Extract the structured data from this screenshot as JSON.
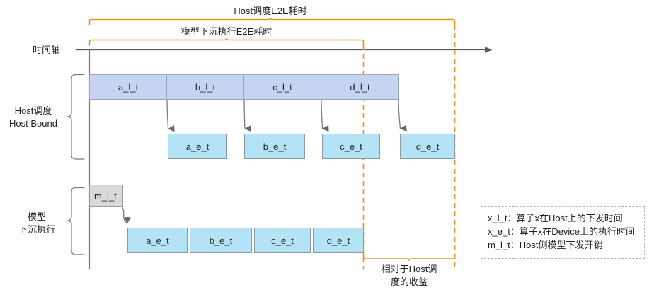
{
  "diagram": {
    "title_top_span": "Host调度E2E耗时",
    "title_second_span": "模型下沉执行E2E耗时",
    "axis_label": "时间轴",
    "benefit_label_line1": "相对于Host调",
    "benefit_label_line2": "度的收益"
  },
  "rows": {
    "host_bound": {
      "label_line1": "Host调度",
      "label_line2": "Host Bound",
      "launch_blocks": [
        {
          "label": "a_l_t"
        },
        {
          "label": "b_l_t"
        },
        {
          "label": "c_l_t"
        },
        {
          "label": "d_l_t"
        }
      ],
      "exec_blocks": [
        {
          "label": "a_e_t"
        },
        {
          "label": "b_e_t"
        },
        {
          "label": "c_e_t"
        },
        {
          "label": "d_e_t"
        }
      ]
    },
    "model_sink": {
      "label_line1": "模型",
      "label_line2": "下沉执行",
      "model_launch_block": {
        "label": "m_l_t"
      },
      "exec_blocks": [
        {
          "label": "a_e_t"
        },
        {
          "label": "b_e_t"
        },
        {
          "label": "c_e_t"
        },
        {
          "label": "d_e_t"
        }
      ]
    }
  },
  "legend": {
    "rows": [
      "x_l_t：算子x在Host上的下发时间",
      "x_e_t：算子x在Device上的执行时间",
      "m_l_t：Host侧模型下发开销"
    ]
  },
  "colors": {
    "launch_fill": "#c6d4f2",
    "exec_fill": "#b4e3f5",
    "model_fill": "#d9d9d9",
    "accent_orange": "#e8912a",
    "axis_gray": "#595959",
    "block_stroke": "#8e9aa3"
  }
}
